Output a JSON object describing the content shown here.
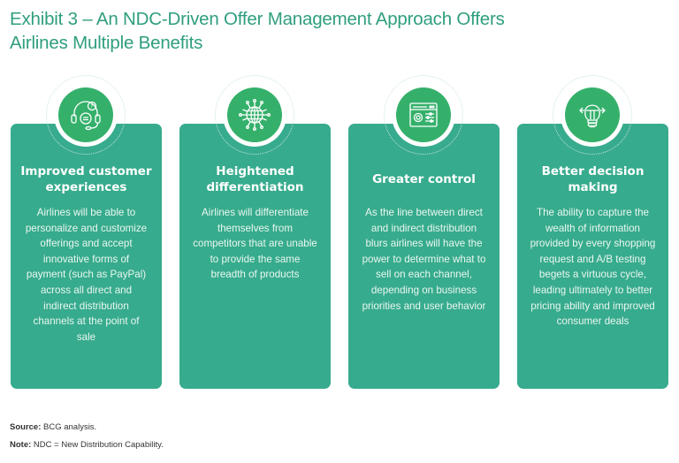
{
  "title": {
    "line1": "Exhibit 3 – An NDC-Driven Offer Management Approach Offers",
    "line2": "Airlines Multiple Benefits"
  },
  "cards": [
    {
      "icon": "headset-support-icon",
      "heading": "Improved customer experiences",
      "body": "Airlines will be able to personalize and customize offerings and accept innovative forms of payment (such as PayPal) across all direct and indirect distribution channels at the point of sale"
    },
    {
      "icon": "network-globe-icon",
      "heading": "Heightened differentiation",
      "body": "Airlines will differentiate themselves from competitors that are unable to provide the same breadth of products"
    },
    {
      "icon": "settings-window-icon",
      "heading": "Greater control",
      "body": "As the line between direct and indirect distribution blurs airlines will have the power to determine what to sell on each channel, depending on business priorities and user behavior"
    },
    {
      "icon": "decision-bulb-icon",
      "heading": "Better decision making",
      "body": "The ability to capture the wealth of information provided by every shopping request and A/B testing begets a virtuous cycle, leading ultimately to better pricing ability and improved consumer deals"
    }
  ],
  "footer": {
    "source_label": "Source:",
    "source_text": " BCG analysis.",
    "note_label": "Note:",
    "note_text": " NDC = New Distribution Capability."
  },
  "colors": {
    "title": "#2f9e7f",
    "card": "#37ab8d",
    "icon_circle": "#35b06b"
  }
}
